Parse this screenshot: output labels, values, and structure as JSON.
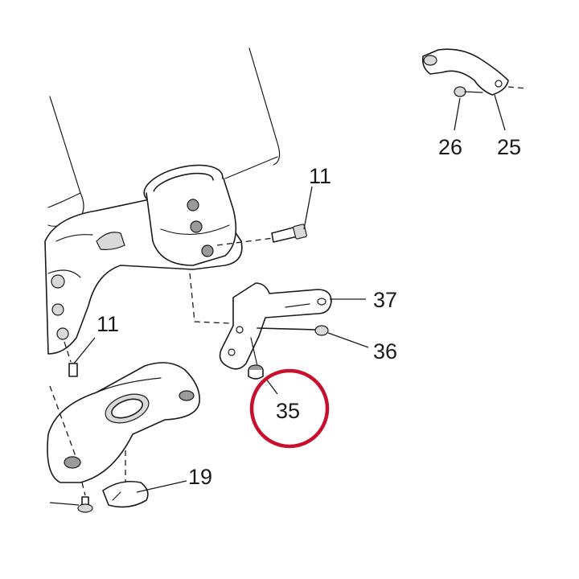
{
  "diagram": {
    "callouts": {
      "c11_top": "11",
      "c11_left": "11",
      "c19": "19",
      "c25": "25",
      "c26": "26",
      "c35": "35",
      "c36": "36",
      "c37": "37"
    },
    "highlight_color": "#c8102e",
    "line_color": "#1a1a1a"
  }
}
